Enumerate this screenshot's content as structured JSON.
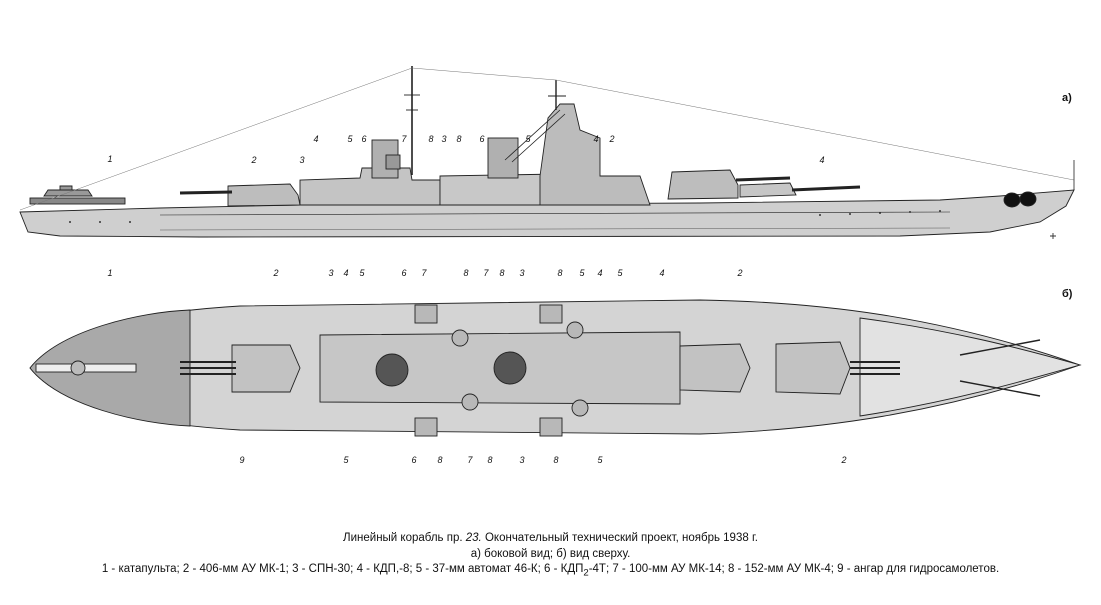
{
  "views": {
    "side_label": "а)",
    "top_label": "б)"
  },
  "callouts": {
    "side": [
      "1",
      "2",
      "3",
      "4",
      "5",
      "6",
      "7",
      "8",
      "3",
      "8",
      "6",
      "5",
      "4",
      "2",
      "4"
    ],
    "top_upper": [
      "1",
      "2",
      "3",
      "4",
      "5",
      "6",
      "7",
      "8",
      "7",
      "8",
      "3",
      "8",
      "5",
      "4",
      "5",
      "4",
      "2"
    ],
    "top_lower": [
      "9",
      "5",
      "6",
      "8",
      "7",
      "8",
      "3",
      "8",
      "5",
      "2"
    ]
  },
  "caption": {
    "title_prefix": "Линейный корабль пр.",
    "project_no": "23.",
    "title_suffix": "Окончательный технический проект, ноябрь 1938 г.",
    "views_line": "а) боковой вид; б) вид сверху.",
    "legend_before_sub": "1 - катапульта; 2 - 406-мм АУ МК-1; 3 - СПН-30; 4 - КДП,-8; 5 - 37-мм автомат 46-К; 6 - КДП",
    "legend_sub": "2",
    "legend_after_sub": "-4Т; 7 - 100-мм АУ МК-14; 8 - 152-мм АУ МК-4; 9 - ангар для гидросамолетов."
  }
}
